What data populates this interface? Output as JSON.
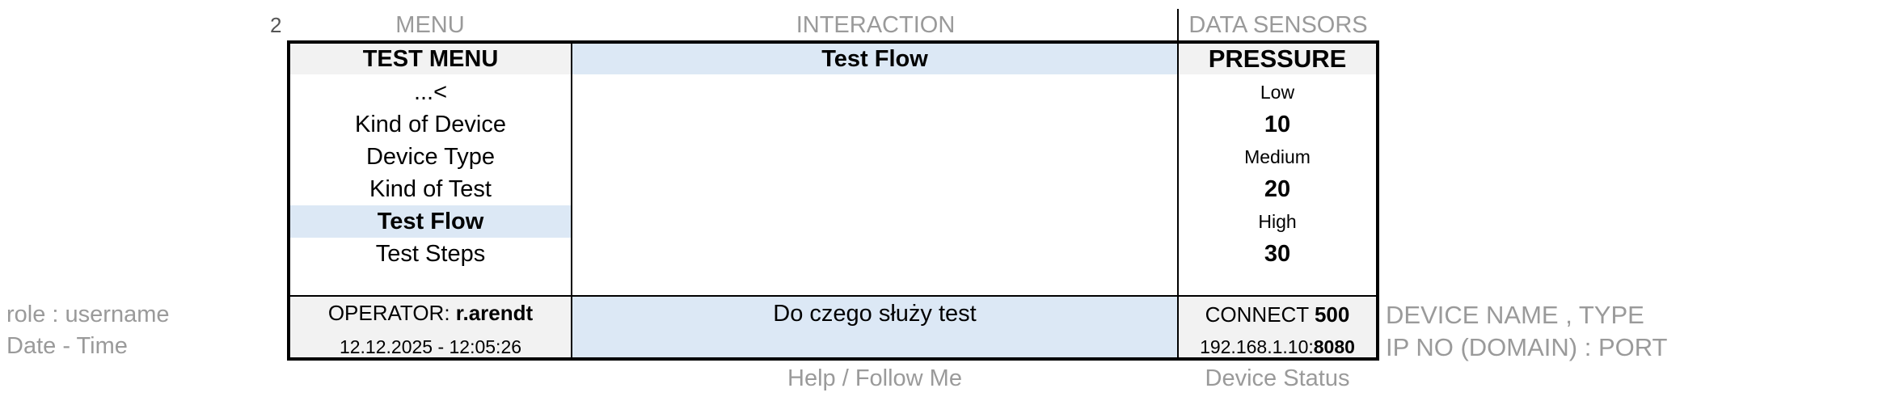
{
  "page_number": "2",
  "column_headers": {
    "menu": "MENU",
    "interaction": "INTERACTION",
    "data_sensors": "DATA SENSORS"
  },
  "menu": {
    "title": "TEST MENU",
    "items": [
      {
        "label": "...<"
      },
      {
        "label": "Kind of Device"
      },
      {
        "label": "Device Type"
      },
      {
        "label": "Kind of Test"
      },
      {
        "label": "Test Flow",
        "active": true
      },
      {
        "label": "Test Steps"
      }
    ]
  },
  "interaction": {
    "title": "Test Flow",
    "help_text": "Do czego służy test"
  },
  "sensors": {
    "title": "PRESSURE",
    "readings": [
      {
        "label": "Low",
        "value": "10"
      },
      {
        "label": "Medium",
        "value": "20"
      },
      {
        "label": "High",
        "value": "30"
      }
    ]
  },
  "footer": {
    "operator_label": "OPERATOR: ",
    "operator_name": "r.arendt",
    "datetime": "12.12.2025 - 12:05:26",
    "connect_label": "CONNECT ",
    "connect_value": "500",
    "ip": "192.168.1.10:",
    "port": "8080"
  },
  "annotations": {
    "left_role": "role : username",
    "left_date": "Date - Time",
    "right_device": "DEVICE NAME , TYPE",
    "right_ip": "IP NO (DOMAIN) : PORT",
    "bottom_help": "Help / Follow Me",
    "bottom_status": "Device Status"
  },
  "colors": {
    "highlight": "#dce8f5",
    "panel": "#f2f2f2",
    "annotation": "#9a9a9a"
  }
}
